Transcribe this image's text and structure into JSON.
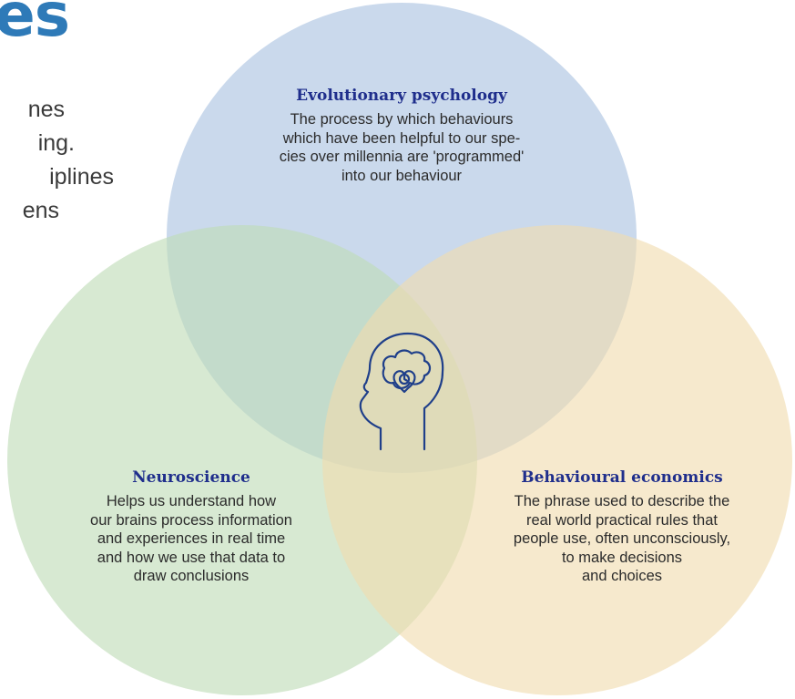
{
  "title_fragment": "es",
  "intro_lines": [
    "nes",
    "ing.",
    "iplines",
    "ens"
  ],
  "colors": {
    "title": "#2e7ab8",
    "heading": "#1f2e8c",
    "circle_top": "#a9c1e1",
    "circle_left": "#bfdcb7",
    "circle_right": "#f1dcae",
    "icon": "#1f3f8a"
  },
  "sets": {
    "top": {
      "heading": "Evolutionary psychology",
      "desc_lines": [
        "The process by which behaviours",
        "which have been helpful to our spe-",
        "cies over millennia are 'programmed'",
        "into our behaviour"
      ]
    },
    "left": {
      "heading": "Neuroscience",
      "desc_lines": [
        "Helps us understand how",
        "our brains process information",
        "and experiences in real time",
        "and how we use that data to",
        "draw conclusions"
      ]
    },
    "right": {
      "heading": "Behavioural economics",
      "desc_lines": [
        "The phrase used to describe the",
        "real world practical rules that",
        "people use, often unconsciously,",
        "to make decisions",
        "and choices"
      ]
    }
  },
  "center_icon": "head-heart-brain-icon"
}
